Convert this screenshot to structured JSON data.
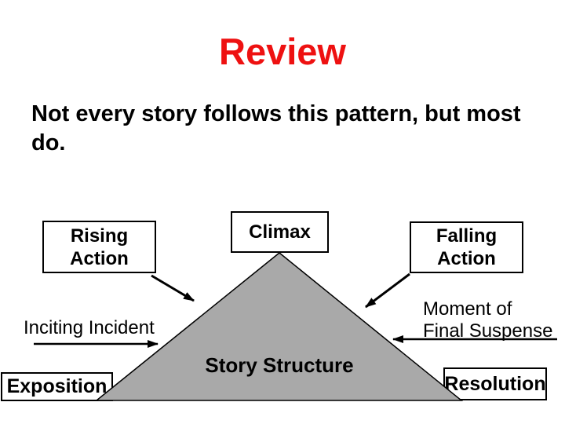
{
  "slide": {
    "title": "Review",
    "body_text": "Not every story follows this pattern, but most do.",
    "colors": {
      "title_red": "#EE1111",
      "triangle_gray": "#A9A9A9",
      "outline_black": "#000000",
      "background": "#FFFFFF"
    }
  },
  "diagram": {
    "center_label": "Story Structure",
    "boxes": {
      "rising_action_line1": "Rising",
      "rising_action_line2": "Action",
      "climax": "Climax",
      "falling_action_line1": "Falling",
      "falling_action_line2": "Action",
      "exposition": "Exposition",
      "resolution": "Resolution"
    },
    "floating_labels": {
      "inciting_incident": "Inciting Incident",
      "moment_line1": "Moment of",
      "moment_line2": "Final Suspense"
    }
  }
}
